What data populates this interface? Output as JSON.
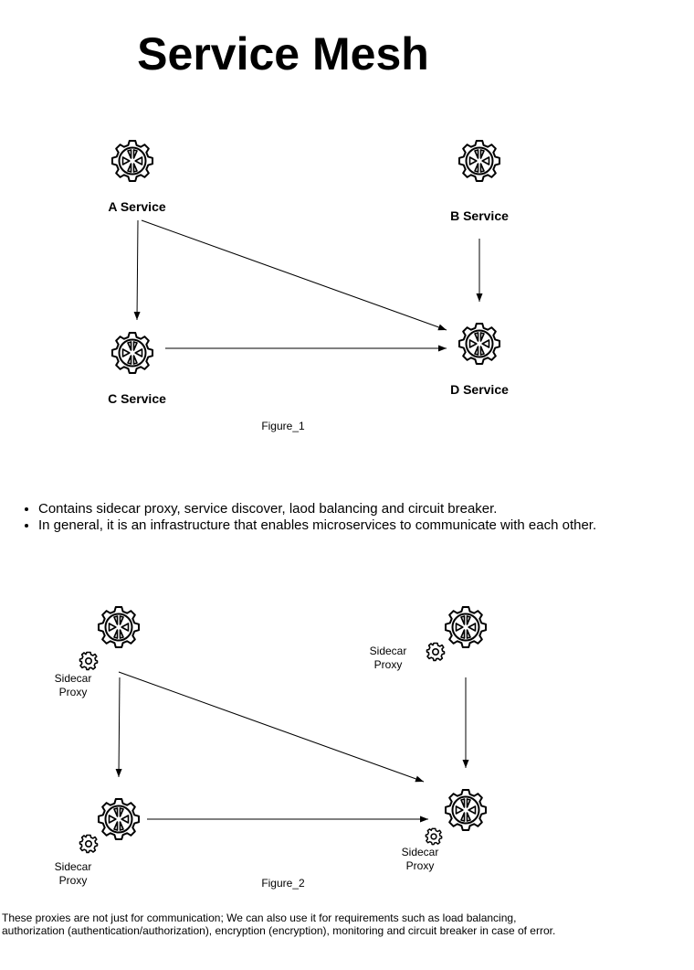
{
  "title": "Service Mesh",
  "figure1": {
    "caption": "Figure_1",
    "services": {
      "a": "A Service",
      "b": "B Service",
      "c": "C Service",
      "d": "D Service"
    }
  },
  "bullets": [
    "Contains sidecar proxy, service discover, laod balancing and circuit breaker.",
    "In general, it is an infrastructure that enables microservices to communicate with each other."
  ],
  "figure2": {
    "caption": "Figure_2",
    "proxy_label_line1": "Sidecar",
    "proxy_label_line2": "Proxy"
  },
  "note": {
    "line1": "These proxies are not just for communication; We can also use it for requirements such as load balancing,",
    "line2": "authorization (authentication/authorization), encryption (encryption), monitoring and circuit breaker in case of error."
  },
  "icons": {
    "service": "gear-icon",
    "proxy": "small-gear-icon"
  }
}
